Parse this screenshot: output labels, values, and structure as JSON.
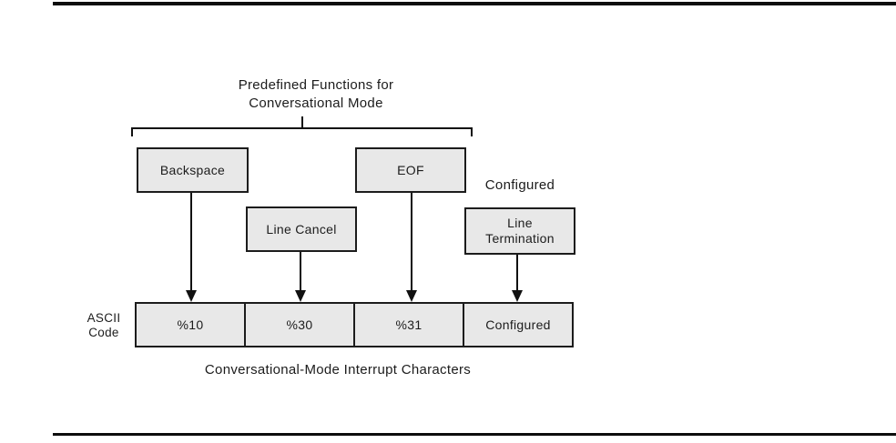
{
  "diagram": {
    "title_line1": "Predefined Functions for",
    "title_line2": "Conversational Mode",
    "function_boxes": {
      "backspace": {
        "label": "Backspace"
      },
      "line_cancel": {
        "label": "Line Cancel"
      },
      "eof": {
        "label": "EOF"
      },
      "line_termination": {
        "annotation": "Configured",
        "label_line1": "Line",
        "label_line2": "Termination"
      }
    },
    "ascii_row": {
      "label_line1": "ASCII",
      "label_line2": "Code",
      "cells": [
        "%10",
        "%30",
        "%31",
        "Configured"
      ]
    },
    "caption": "Conversational-Mode Interrupt Characters",
    "colors": {
      "box_fill": "#e8e8e8",
      "box_border": "#1c1c1c",
      "line": "#111111",
      "text": "#1c1c1c",
      "rule": "#0d0d0d"
    }
  }
}
